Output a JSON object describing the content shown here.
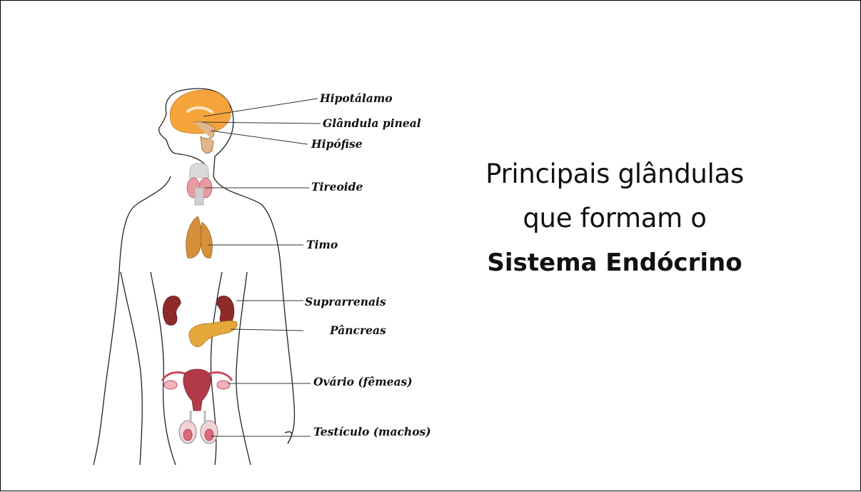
{
  "title": {
    "line1": "Principais glândulas",
    "line2": "que formam o",
    "line3": "Sistema Endócrino"
  },
  "labels": {
    "hipotalamo": "Hipotálamo",
    "pineal": "Glândula pineal",
    "hipofise": "Hipófise",
    "tireoide": "Tireoide",
    "timo": "Timo",
    "suprarrenais": "Suprarrenais",
    "pancreas": "Pâncreas",
    "ovario": "Ovário (fêmeas)",
    "testiculo": "Testículo (machos)"
  },
  "colors": {
    "brain": "#f5a43b",
    "thyroid": "#e89aa0",
    "thymus": "#d7903a",
    "kidney": "#8e2a2a",
    "pancreas": "#e4a73a",
    "uterus": "#b23a48",
    "testis": "#d96b7c"
  }
}
